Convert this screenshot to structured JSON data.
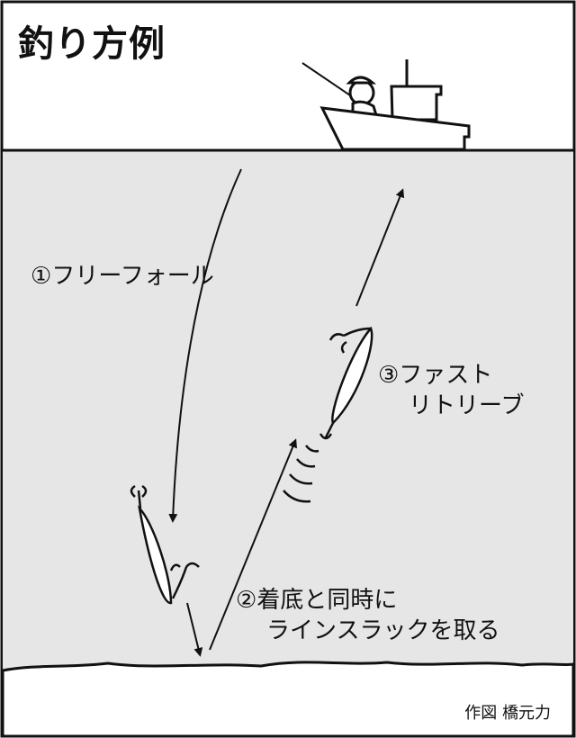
{
  "title": "釣り方例",
  "steps": [
    {
      "number": "①",
      "lines": [
        "フリーフォール"
      ]
    },
    {
      "number": "②",
      "lines": [
        "着底と同時に",
        "ラインスラックを取る"
      ]
    },
    {
      "number": "③",
      "lines": [
        "ファスト",
        "リトリーブ"
      ]
    }
  ],
  "credit": "作図 橋元力",
  "colors": {
    "water": "#e6e6e6",
    "line": "#111111",
    "background": "#ffffff"
  }
}
